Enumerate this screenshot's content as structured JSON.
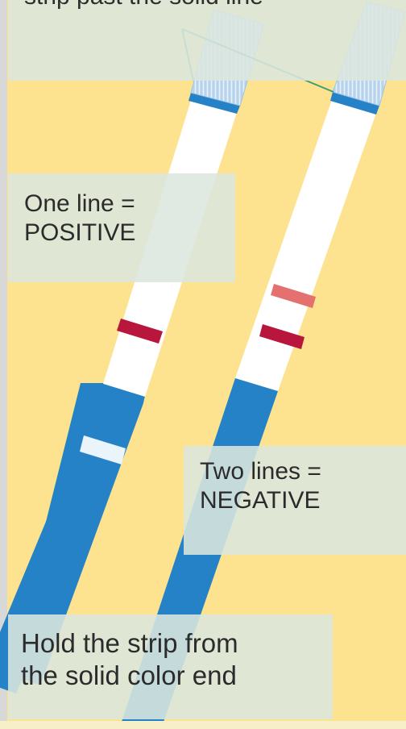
{
  "labels": {
    "top": "strip past the solid line",
    "positive_line1": "One line =",
    "positive_line2": "POSITIVE",
    "negative_line1": "Two lines =",
    "negative_line2": "NEGATIVE",
    "hold_line1": "Hold the strip from",
    "hold_line2": "the solid color end"
  },
  "colors": {
    "background": "#fde38f",
    "strip_body": "#ffffff",
    "strip_handle": "#2682c7",
    "control_line": "#b8163c",
    "test_line": "#e57070",
    "label_box": "#dce6de",
    "pointer": "#3aa07a"
  }
}
